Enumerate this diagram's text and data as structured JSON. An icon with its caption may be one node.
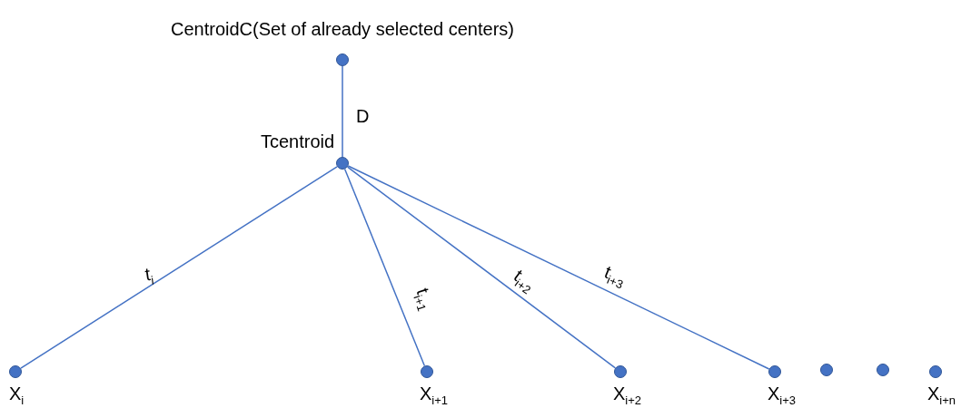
{
  "diagram": {
    "nodes": [
      {
        "text": [
          "CentroidC(Set of already selected centers)"
        ]
      },
      {
        "text": [
          "Tcentroid"
        ]
      },
      {
        "text": [
          "X$_{i}$"
        ]
      },
      {
        "text": [
          "X$_{i+1}$"
        ]
      },
      {
        "text": [
          "X$_{i+2}$"
        ]
      },
      {
        "text": [
          "X$_{i+3}$"
        ]
      },
      {
        "text": [],
        "shape": "circle"
      },
      {
        "text": [],
        "shape": "circle"
      },
      {
        "text": [
          "X$_{i+n}$"
        ]
      }
    ],
    "edges": [
      {
        "from": 0,
        "to": 1,
        "arrow": "none",
        "label": "D"
      },
      {
        "from": 1,
        "to": 2,
        "arrow": "none",
        "label": "t$_{i}$"
      },
      {
        "from": 1,
        "to": 3,
        "arrow": "none",
        "label": "t$_{i+1}$"
      },
      {
        "from": 1,
        "to": 4,
        "arrow": "none",
        "label": "t$_{i+2}$"
      },
      {
        "from": 1,
        "to": 5,
        "arrow": "none",
        "label": "t$_{i+3}$"
      }
    ]
  }
}
